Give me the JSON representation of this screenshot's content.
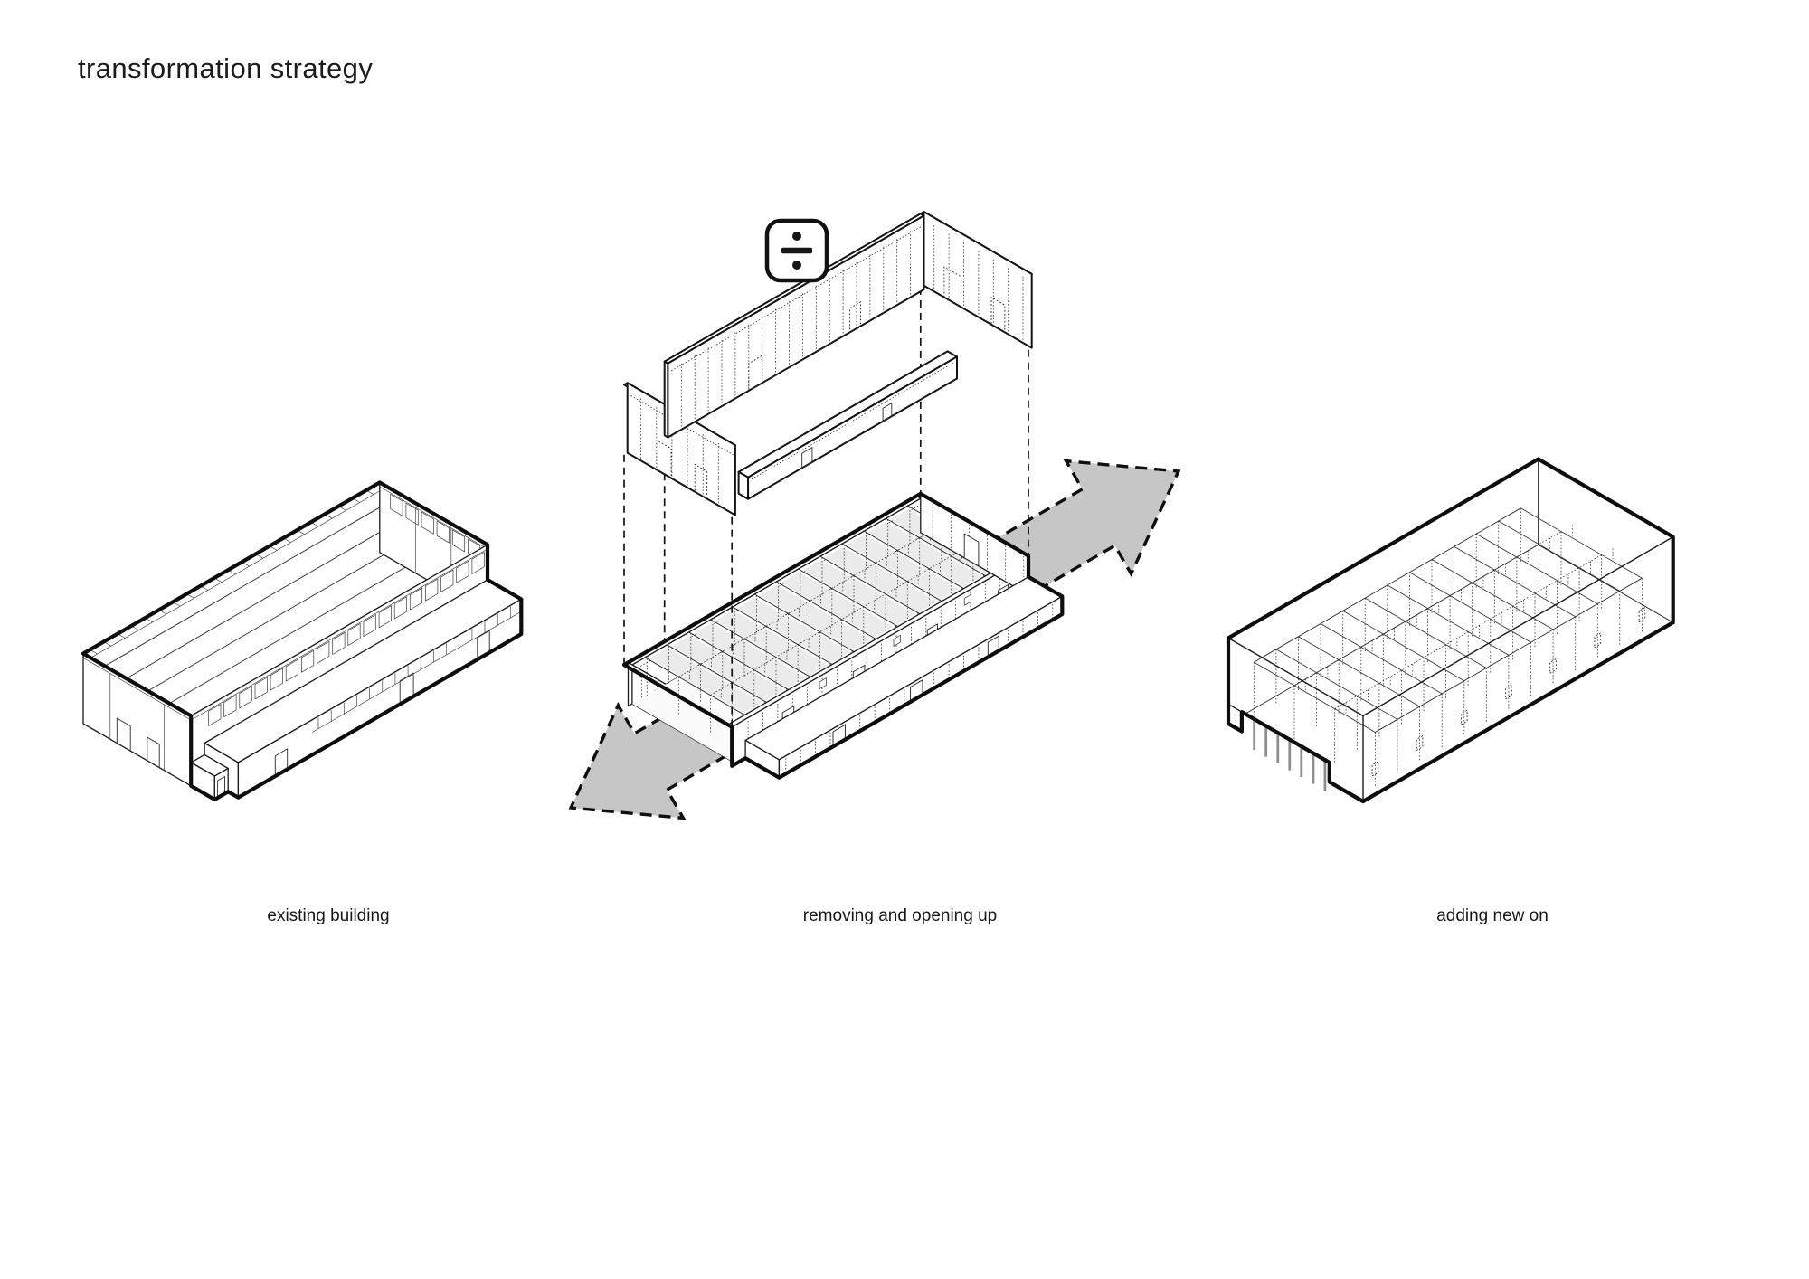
{
  "page": {
    "title": "transformation strategy"
  },
  "diagrams": [
    {
      "id": "existing-building",
      "caption": "existing building"
    },
    {
      "id": "removing-and-opening-up",
      "caption": "removing and opening up",
      "icon": "divide-icon",
      "icon_glyph": "÷",
      "arrow_directions": [
        "northeast",
        "southwest"
      ]
    },
    {
      "id": "adding-new-on",
      "caption": "adding new on"
    }
  ],
  "colors": {
    "ink": "#111111",
    "line": "#1a1a1a",
    "arrow_fill": "#c6c6c6",
    "panel_fill": "#ebebeb",
    "background": "#ffffff"
  }
}
